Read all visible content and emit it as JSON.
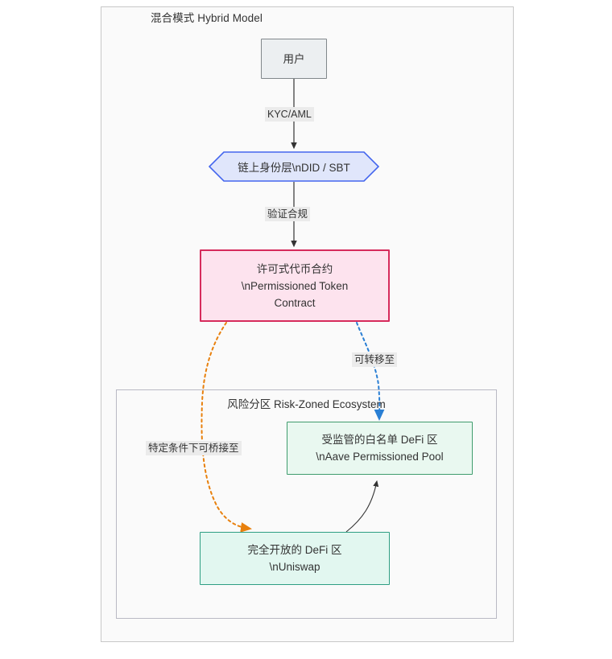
{
  "diagram": {
    "title": "混合模式 Hybrid Model",
    "subgraph_title": "风险分区 Risk-Zoned Ecosystem",
    "nodes": {
      "user": "用户",
      "identity": "链上身份层\\nDID / SBT",
      "token": "许可式代币合约\n\\nPermissioned Token\nContract",
      "aave": "受监管的白名单 DeFi 区\n\\nAave Permissioned Pool",
      "uniswap": "完全开放的 DeFi 区\n\\nUniswap"
    },
    "edges": {
      "kyc": "KYC/AML",
      "verify": "验证合规",
      "transfer": "可转移至",
      "bridge": "特定条件下可桥接至"
    },
    "colors": {
      "user_fill": "#eceff1",
      "user_stroke": "#81878b",
      "identity_fill": "#e0e6fb",
      "identity_stroke": "#4466ee",
      "token_fill": "#fde3ee",
      "token_stroke": "#d62b5c",
      "aave_fill": "#e9f8f0",
      "aave_stroke": "#3f9c6d",
      "uniswap_fill": "#e2f7f0",
      "uniswap_stroke": "#2e9e83",
      "edge_solid": "#333333",
      "edge_orange": "#e8800d",
      "edge_blue": "#2a7fd4",
      "cluster_fill": "#fafafa",
      "cluster_stroke": "#c8c8c8",
      "label_bg": "#ebebeb"
    }
  }
}
